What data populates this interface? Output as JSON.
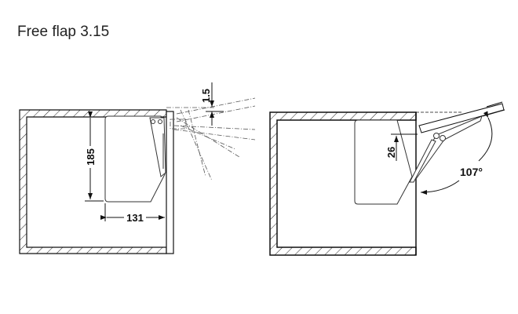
{
  "title": "Free flap 3.15",
  "closed_view": {
    "dim_height": "185",
    "dim_depth": "131",
    "dim_offset": "1.5"
  },
  "open_view": {
    "dim_gap": "26",
    "dim_angle": "107°"
  }
}
